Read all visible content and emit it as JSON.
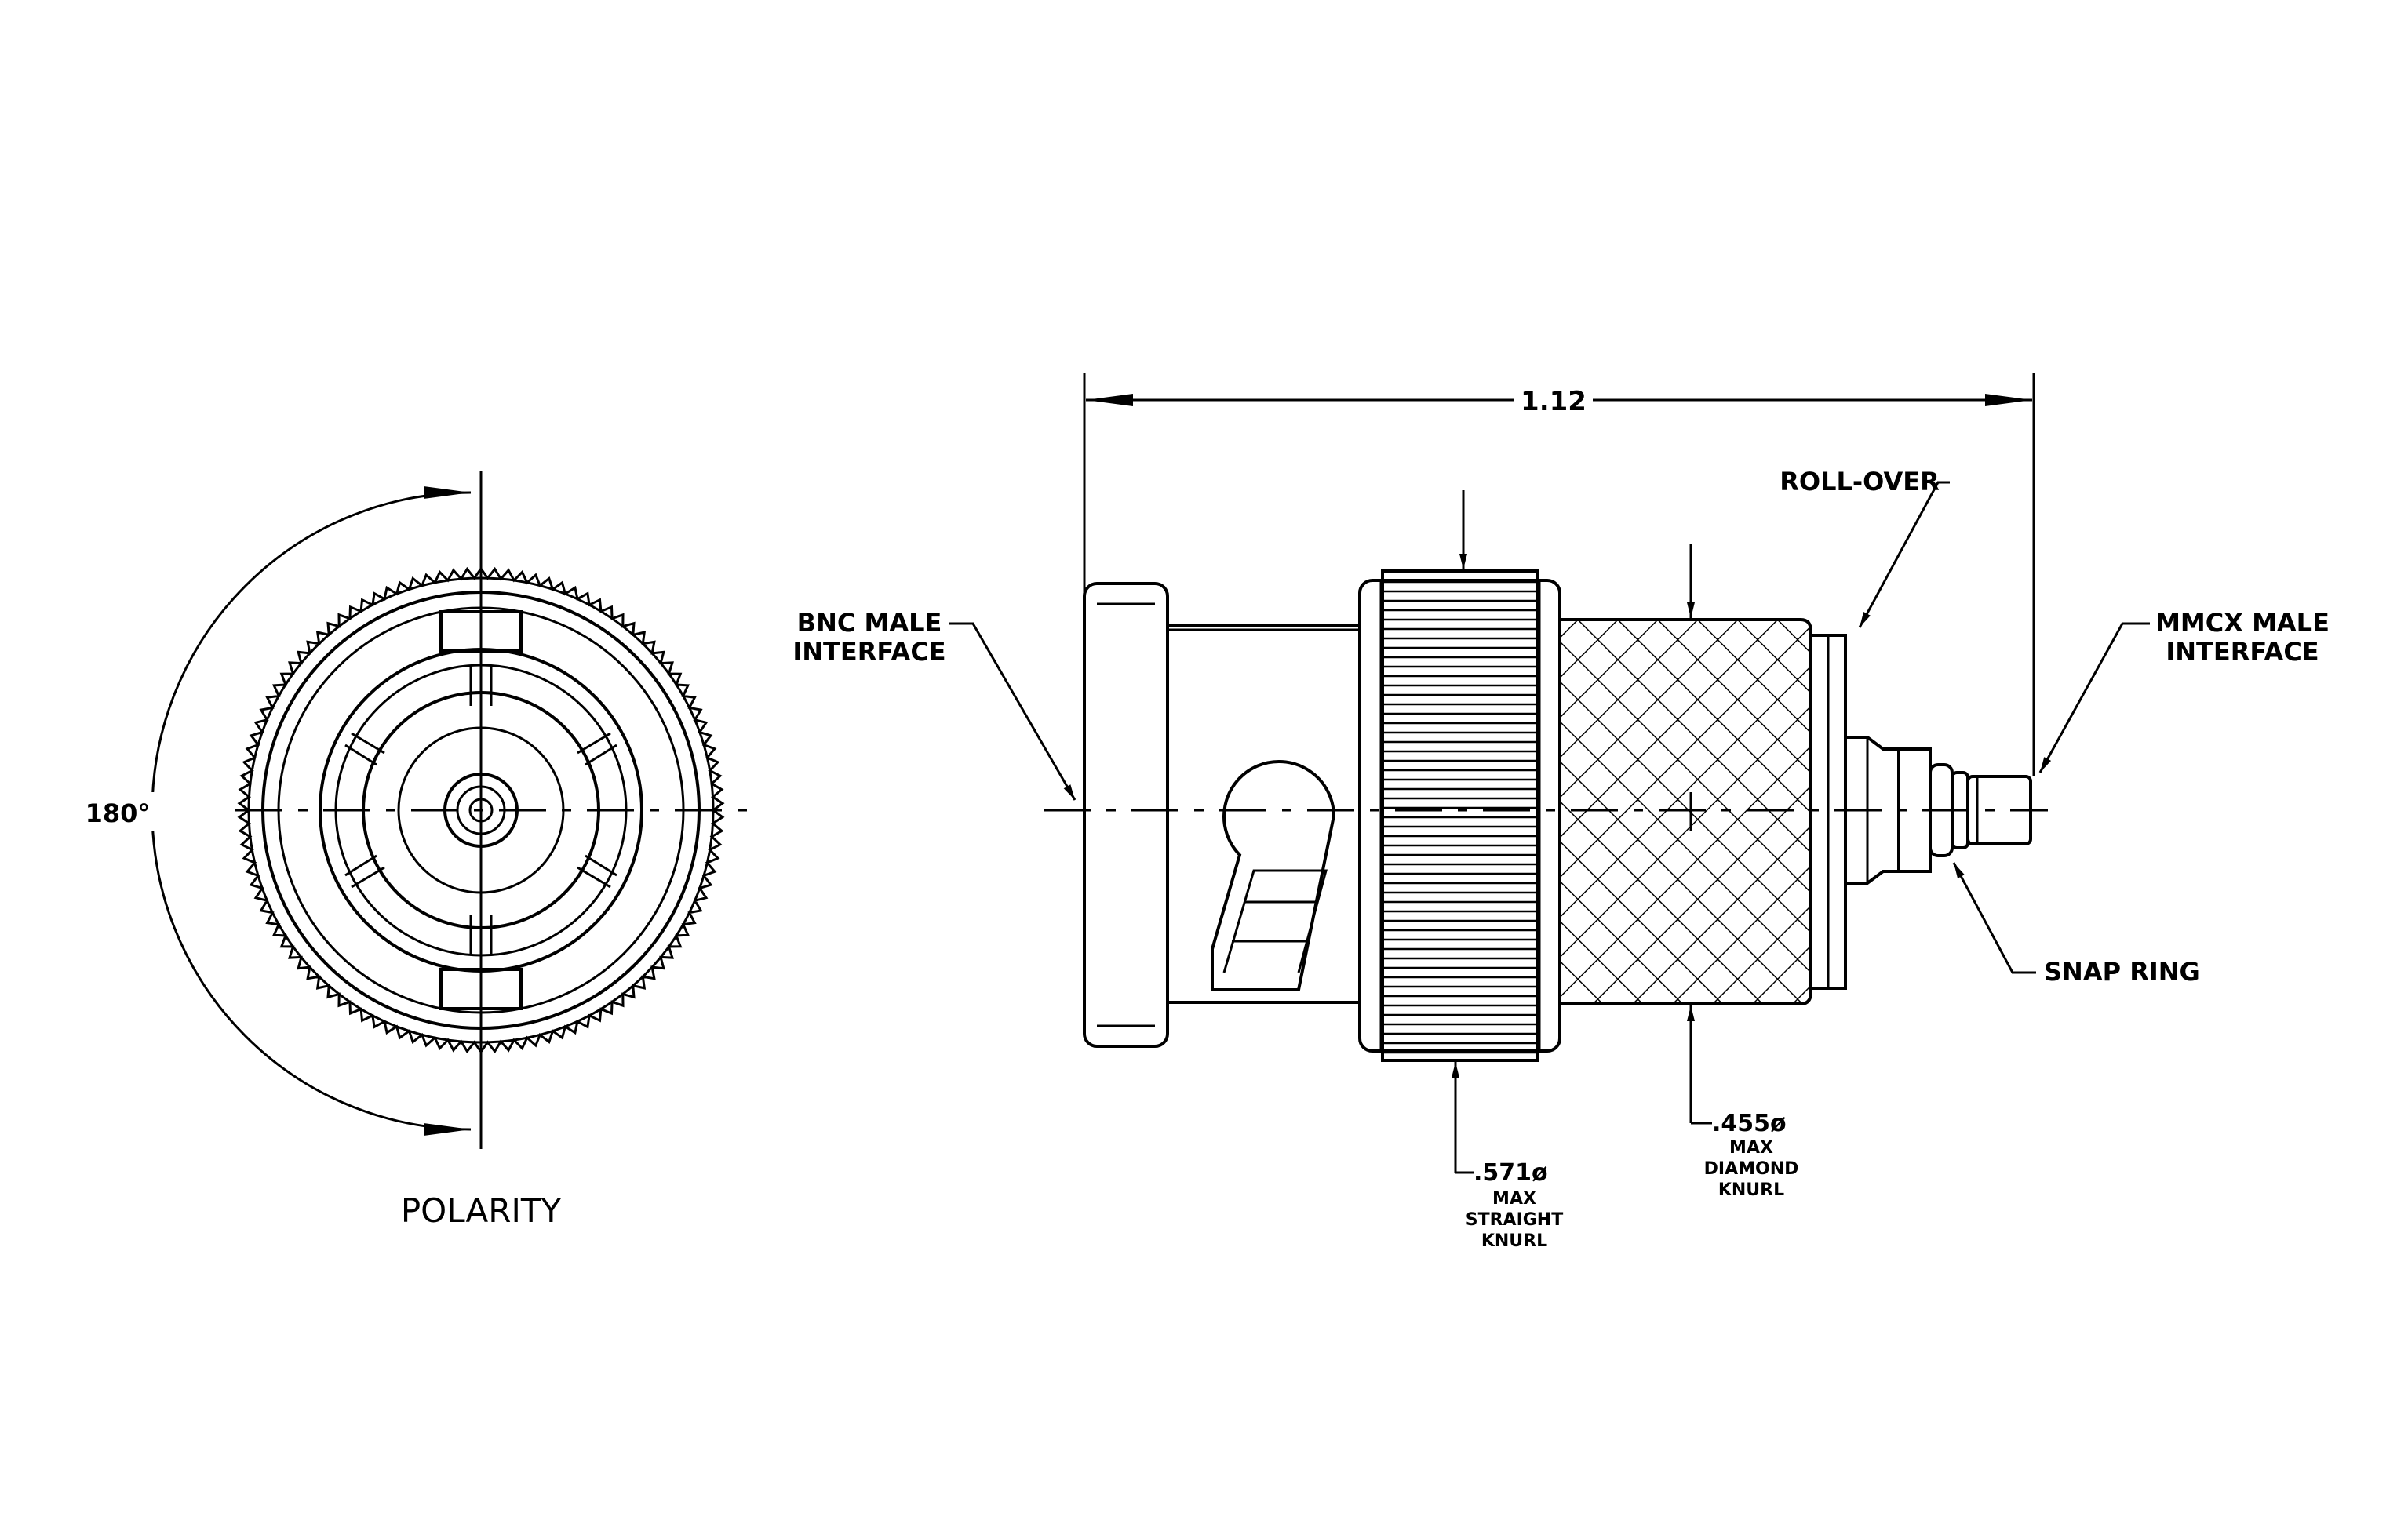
{
  "labels": {
    "angle": "180°",
    "polarity": "POLARITY",
    "overall_length": "1.12",
    "bnc_line1": "BNC MALE",
    "bnc_line2": "INTERFACE",
    "rollover": "ROLL-OVER",
    "mmcx_line1": "MMCX MALE",
    "mmcx_line2": "INTERFACE",
    "snap_ring": "SNAP RING",
    "straight_dia": ".571ø",
    "straight_l1": "MAX",
    "straight_l2": "STRAIGHT",
    "straight_l3": "KNURL",
    "diamond_dia": ".455ø",
    "diamond_l1": "MAX",
    "diamond_l2": "DIAMOND",
    "diamond_l3": "KNURL"
  }
}
